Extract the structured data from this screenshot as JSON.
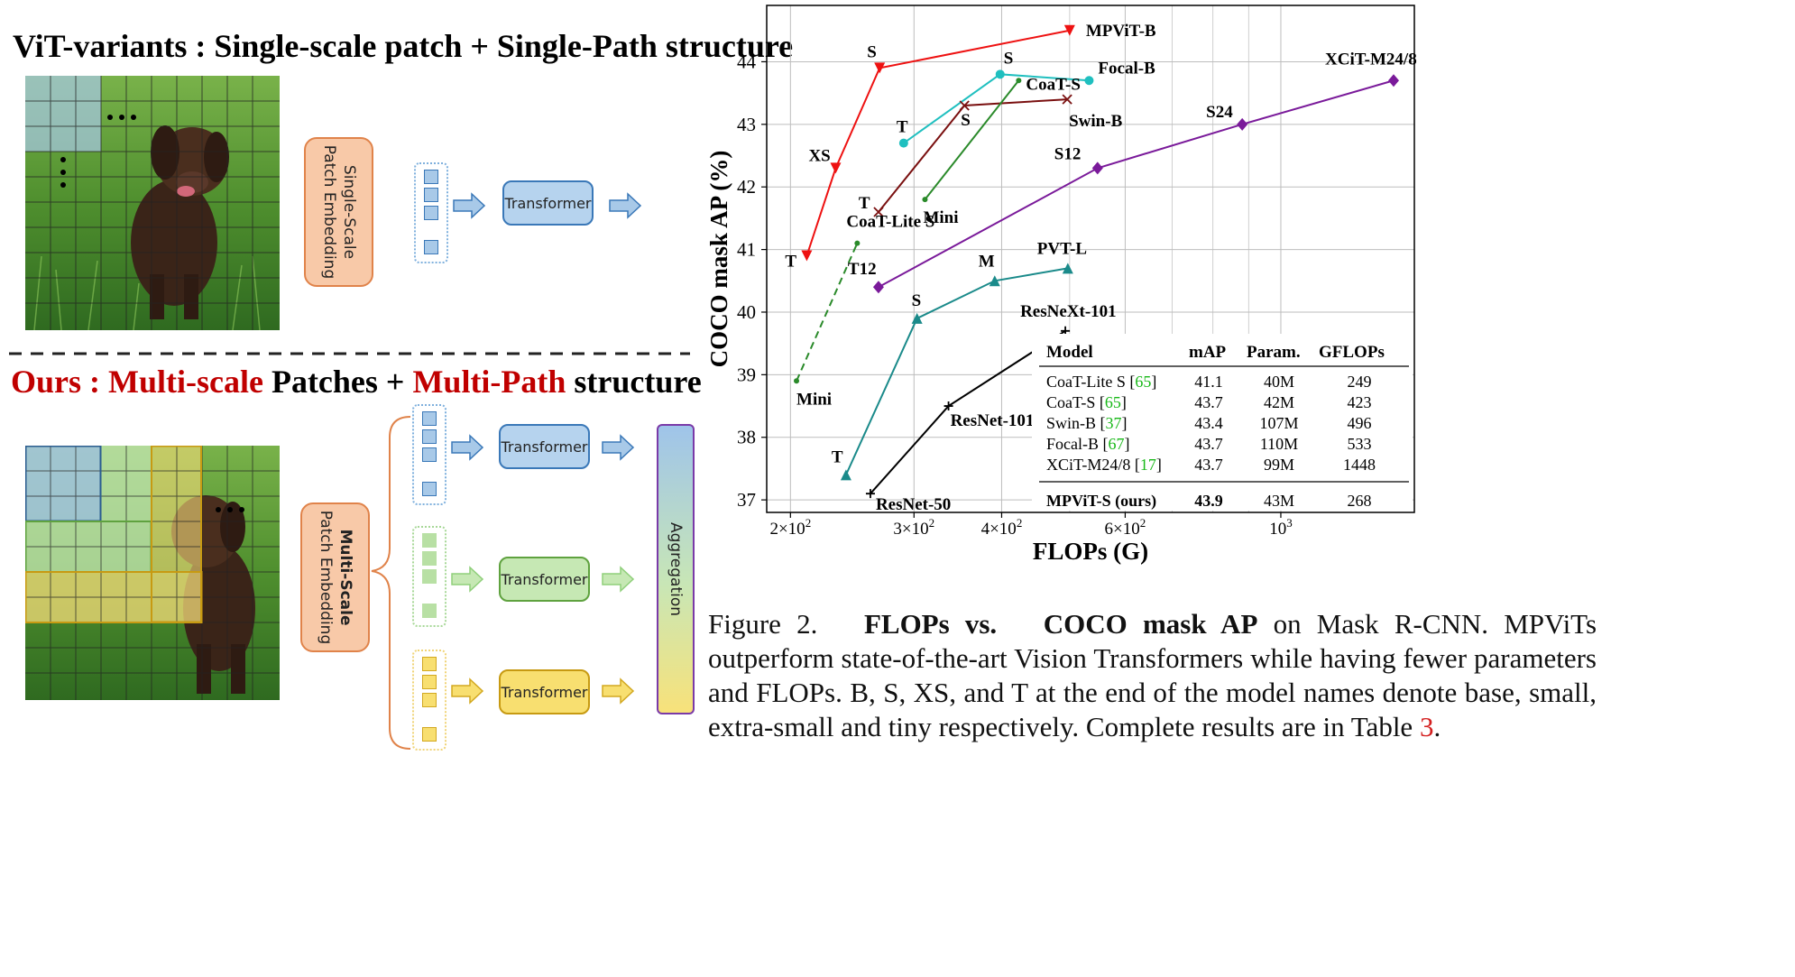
{
  "left": {
    "top_heading": "ViT-variants : Single-scale patch + Single-Path structure",
    "bottom_heading_red1": "Ours : Multi-scale",
    "bottom_heading_black1": " Patches + ",
    "bottom_heading_red2": "Multi-Path",
    "bottom_heading_black2": " structure",
    "single_embed_line1": "Single-Scale",
    "single_embed_line2": "Patch Embedding",
    "multi_embed_line1": "Multi-Scale",
    "multi_embed_line2": "Patch Embedding",
    "transformer_label": "Transformer",
    "aggregation_label": "Aggregation",
    "ellipsis": "•••"
  },
  "caption": {
    "fig": "Figure 2.",
    "bold1": "FLOPs vs.",
    "bold2": "COCO mask AP",
    "rest1": " on Mask R-CNN. MPViTs outperform state-of-the-art Vision Transformers while having fewer parameters and FLOPs. B, S, XS, and T at the end of the model names denote base, small, extra-small and tiny respectively. Complete results are in Table ",
    "ref": "3",
    "rest2": "."
  },
  "chart_data": {
    "type": "line",
    "xlabel": "FLOPs (G)",
    "ylabel": "COCO mask AP (%)",
    "xscale": "log",
    "xlim": [
      185,
      1550
    ],
    "ylim": [
      36.8,
      44.9
    ],
    "yticks": [
      37,
      38,
      39,
      40,
      41,
      42,
      43,
      44
    ],
    "xticks": [
      {
        "v": 200,
        "base": "2×10",
        "exp": "2"
      },
      {
        "v": 300,
        "base": "3×10",
        "exp": "2"
      },
      {
        "v": 400,
        "base": "4×10",
        "exp": "2"
      },
      {
        "v": 600,
        "base": "6×10",
        "exp": "2"
      },
      {
        "v": 1000,
        "base": "10",
        "exp": "3"
      }
    ],
    "grid": true,
    "series": [
      {
        "color": "#ee1111",
        "marker": "tri-down",
        "dashed": false,
        "points": [
          {
            "x": 211,
            "y": 40.9,
            "label": "T"
          },
          {
            "x": 232,
            "y": 42.3,
            "label": "XS"
          },
          {
            "x": 268,
            "y": 43.9,
            "label": "S"
          },
          {
            "x": 500,
            "y": 44.5,
            "label": "MPViT-B"
          }
        ]
      },
      {
        "color": "#1fbfbf",
        "marker": "circle",
        "dashed": false,
        "points": [
          {
            "x": 290,
            "y": 42.7,
            "label": "T"
          },
          {
            "x": 398,
            "y": 43.8,
            "label": "S"
          },
          {
            "x": 533,
            "y": 43.7,
            "label": "Focal-B"
          }
        ]
      },
      {
        "color": "#7a1010",
        "marker": "x",
        "dashed": false,
        "points": [
          {
            "x": 267,
            "y": 41.6,
            "label": "T"
          },
          {
            "x": 354,
            "y": 43.3,
            "label": "S"
          },
          {
            "x": 496,
            "y": 43.4,
            "label": "Swin-B"
          }
        ]
      },
      {
        "color": "#2a8a2a",
        "marker": "dot",
        "dashed": false,
        "points": [
          {
            "x": 311,
            "y": 41.8,
            "label": "Mini"
          },
          {
            "x": 423,
            "y": 43.7,
            "label": "CoaT-S"
          }
        ]
      },
      {
        "color": "#2a8a2a",
        "marker": "dot",
        "dashed": true,
        "points": [
          {
            "x": 204,
            "y": 38.9,
            "label": "Mini"
          },
          {
            "x": 249,
            "y": 41.1,
            "label": "CoaT-Lite S"
          }
        ]
      },
      {
        "color": "#7a1a9a",
        "marker": "diamond",
        "dashed": false,
        "points": [
          {
            "x": 267,
            "y": 40.4,
            "label": "T12"
          },
          {
            "x": 548,
            "y": 42.3,
            "label": "S12"
          },
          {
            "x": 881,
            "y": 43.0,
            "label": "S24"
          },
          {
            "x": 1448,
            "y": 43.7,
            "label": "XCiT-M24/8"
          }
        ]
      },
      {
        "color": "#1a8a8a",
        "marker": "tri-up",
        "dashed": false,
        "points": [
          {
            "x": 240,
            "y": 37.4,
            "label": "T"
          },
          {
            "x": 303,
            "y": 39.9,
            "label": "S"
          },
          {
            "x": 391,
            "y": 40.5,
            "label": "M"
          },
          {
            "x": 497,
            "y": 40.7,
            "label": "PVT-L"
          }
        ]
      },
      {
        "color": "#000000",
        "marker": "plus",
        "dashed": false,
        "points": [
          {
            "x": 260,
            "y": 37.1,
            "label": "ResNet-50"
          },
          {
            "x": 336,
            "y": 38.5,
            "label": "ResNet-101"
          },
          {
            "x": 493,
            "y": 39.7,
            "label": "ResNeXt-101"
          }
        ]
      }
    ],
    "table": {
      "headers": [
        "Model",
        "mAP",
        "Param.",
        "GFLOPs"
      ],
      "rows": [
        {
          "model": "CoaT-Lite S",
          "ref": "65",
          "map": "41.1",
          "param": "40M",
          "gflops": "249"
        },
        {
          "model": "CoaT-S",
          "ref": "65",
          "map": "43.7",
          "param": "42M",
          "gflops": "423"
        },
        {
          "model": "Swin-B",
          "ref": "37",
          "map": "43.4",
          "param": "107M",
          "gflops": "496"
        },
        {
          "model": "Focal-B",
          "ref": "67",
          "map": "43.7",
          "param": "110M",
          "gflops": "533"
        },
        {
          "model": "XCiT-M24/8",
          "ref": "17",
          "map": "43.7",
          "param": "99M",
          "gflops": "1448"
        }
      ],
      "ours": {
        "model": "MPViT-S (ours)",
        "map": "43.9",
        "param": "43M",
        "gflops": "268"
      }
    }
  }
}
